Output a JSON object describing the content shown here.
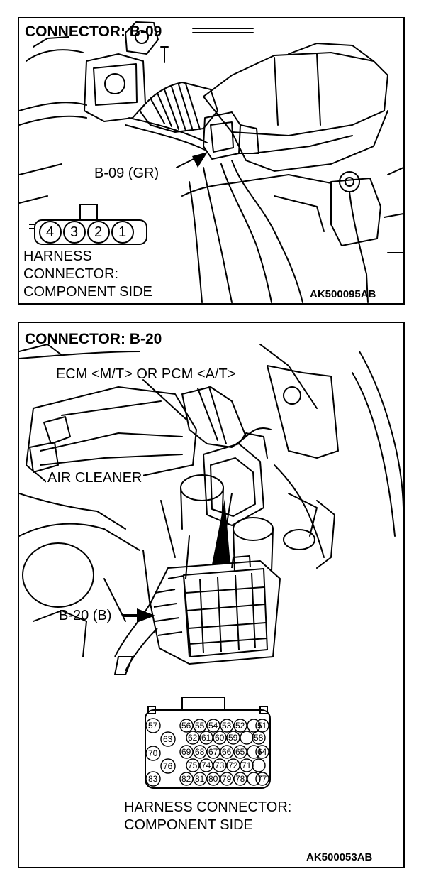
{
  "top_panel": {
    "title": "CONNECTOR: B-09",
    "callout": "B-09 (GR)",
    "pins": [
      "4",
      "3",
      "2",
      "1"
    ],
    "caption_lines": [
      "HARNESS",
      "CONNECTOR:",
      "COMPONENT SIDE"
    ],
    "figure_code": "AK500095AB"
  },
  "bottom_panel": {
    "title": "CONNECTOR: B-20",
    "ecm_label": "ECM <M/T> OR PCM <A/T>",
    "air_cleaner_label": "AIR CLEANER",
    "callout": "B-20 (B)",
    "pin_rows": [
      [
        "57",
        "56",
        "55",
        "54",
        "53",
        "52",
        "51"
      ],
      [
        "63",
        "62",
        "61",
        "60",
        "59",
        "58"
      ],
      [
        "70",
        "69",
        "68",
        "67",
        "66",
        "65",
        "64"
      ],
      [
        "76",
        "75",
        "74",
        "73",
        "72",
        "71"
      ],
      [
        "83",
        "82",
        "81",
        "80",
        "79",
        "78",
        "77"
      ]
    ],
    "caption_lines": [
      "HARNESS CONNECTOR:",
      "COMPONENT SIDE"
    ],
    "figure_code": "AK500053AB"
  }
}
